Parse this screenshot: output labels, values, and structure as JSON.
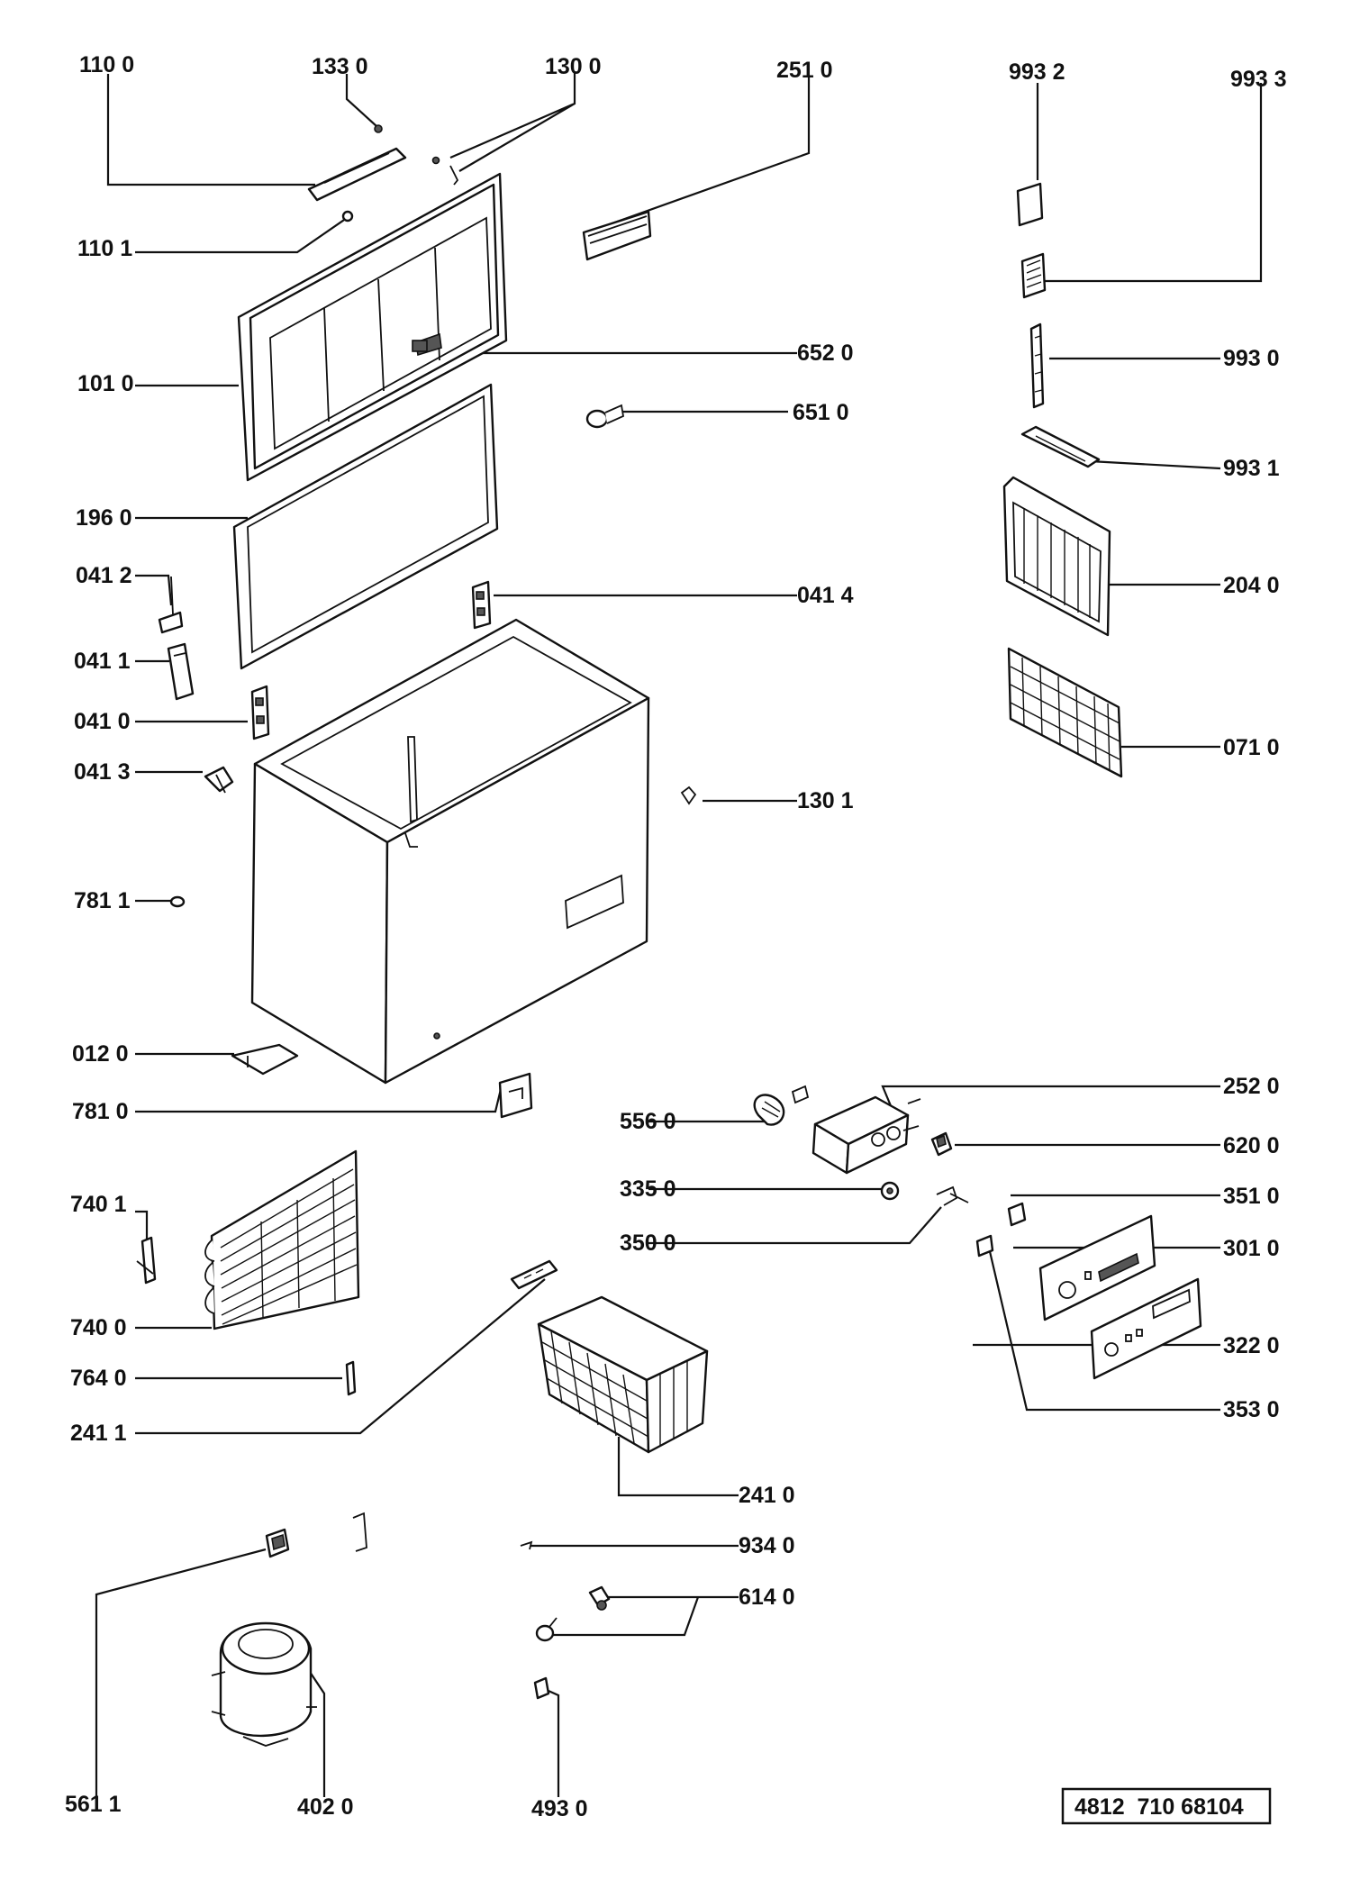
{
  "callouts": [
    "110 0",
    "133 0",
    "130 0",
    "251 0",
    "993 2",
    "993 3",
    "110 1",
    "652 0",
    "101 0",
    "993 0",
    "651 0",
    "993 1",
    "196 0",
    "041 2",
    "041 4",
    "204 0",
    "041 1",
    "041 0",
    "071 0",
    "041 3",
    "130 1",
    "781 1",
    "012 0",
    "781 0",
    "556 0",
    "252 0",
    "620 0",
    "335 0",
    "351 0",
    "740 1",
    "350 0",
    "301 0",
    "740 0",
    "322 0",
    "764 0",
    "241 1",
    "353 0",
    "241 0",
    "934 0",
    "614 0",
    "561 1",
    "402 0",
    "493 0"
  ],
  "reference_code": "4812  710 68104"
}
